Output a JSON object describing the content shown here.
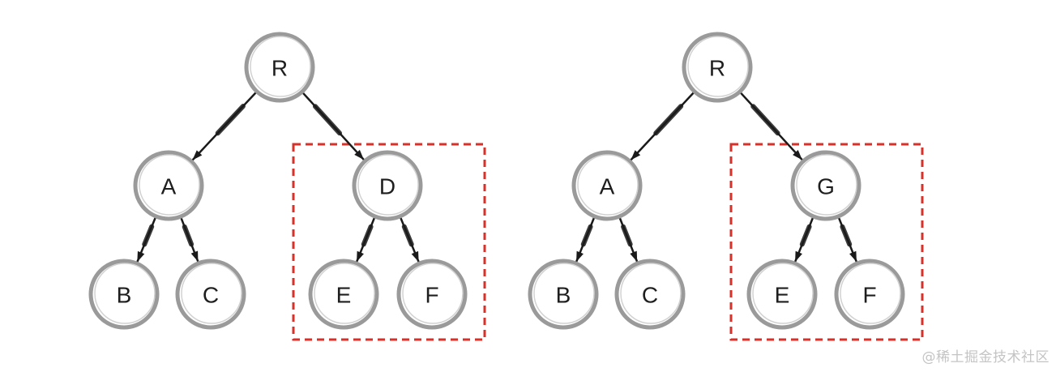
{
  "trees": [
    {
      "id": "left",
      "nodes": [
        {
          "id": "R",
          "label": "R"
        },
        {
          "id": "A",
          "label": "A"
        },
        {
          "id": "D",
          "label": "D"
        },
        {
          "id": "B",
          "label": "B"
        },
        {
          "id": "C",
          "label": "C"
        },
        {
          "id": "E",
          "label": "E"
        },
        {
          "id": "F",
          "label": "F"
        }
      ],
      "edges": [
        [
          "R",
          "A"
        ],
        [
          "R",
          "D"
        ],
        [
          "A",
          "B"
        ],
        [
          "A",
          "C"
        ],
        [
          "D",
          "E"
        ],
        [
          "D",
          "F"
        ]
      ],
      "highlighted_subtree_root": "D"
    },
    {
      "id": "right",
      "nodes": [
        {
          "id": "R",
          "label": "R"
        },
        {
          "id": "A",
          "label": "A"
        },
        {
          "id": "G",
          "label": "G"
        },
        {
          "id": "B",
          "label": "B"
        },
        {
          "id": "C",
          "label": "C"
        },
        {
          "id": "E",
          "label": "E"
        },
        {
          "id": "F",
          "label": "F"
        }
      ],
      "edges": [
        [
          "R",
          "A"
        ],
        [
          "R",
          "G"
        ],
        [
          "A",
          "B"
        ],
        [
          "A",
          "C"
        ],
        [
          "G",
          "E"
        ],
        [
          "G",
          "F"
        ]
      ],
      "highlighted_subtree_root": "G"
    }
  ],
  "colors": {
    "highlight_border": "#d9302a",
    "node_border": "#9a9a9a",
    "edge": "#1a1a1a",
    "watermark": "#c4c4c4"
  },
  "watermark": "@稀土掘金技术社区"
}
